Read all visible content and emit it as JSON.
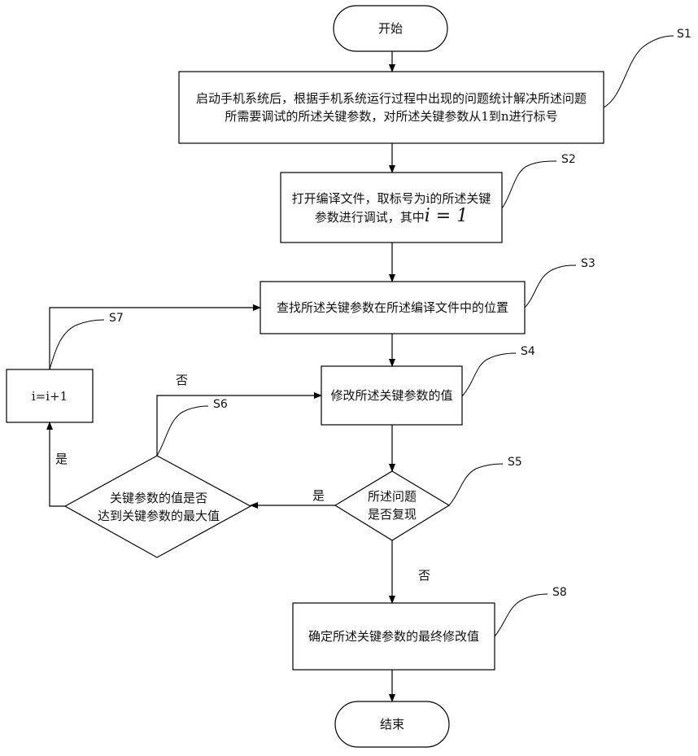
{
  "nodes": {
    "start": "开始",
    "s1_line1": "启动手机系统后，根据手机系统运行过程中出现的问题统计解决所述问题",
    "s1_line2": "所需要调试的所述关键参数，对所述关键参数从1到n进行标号",
    "s2_line1": "打开编译文件，取标号为i的所述关键",
    "s2_line2_prefix": "参数进行调试，其中",
    "s2_math": "i = 1",
    "s3": "查找所述关键参数在所述编译文件中的位置",
    "s4": "修改所述关键参数的值",
    "s5_line1": "所述问题",
    "s5_line2": "是否复现",
    "s6_line1": "关键参数的值是否",
    "s6_line2": "达到关键参数的最大值",
    "s7": "i=i+1",
    "s8": "确定所述关键参数的最终修改值",
    "end": "结束"
  },
  "step_labels": {
    "s1": "S1",
    "s2": "S2",
    "s3": "S3",
    "s4": "S4",
    "s5": "S5",
    "s6": "S6",
    "s7": "S7",
    "s8": "S8"
  },
  "branch_labels": {
    "s5_yes": "是",
    "s5_no": "否",
    "s6_yes": "是",
    "s6_no": "否"
  }
}
